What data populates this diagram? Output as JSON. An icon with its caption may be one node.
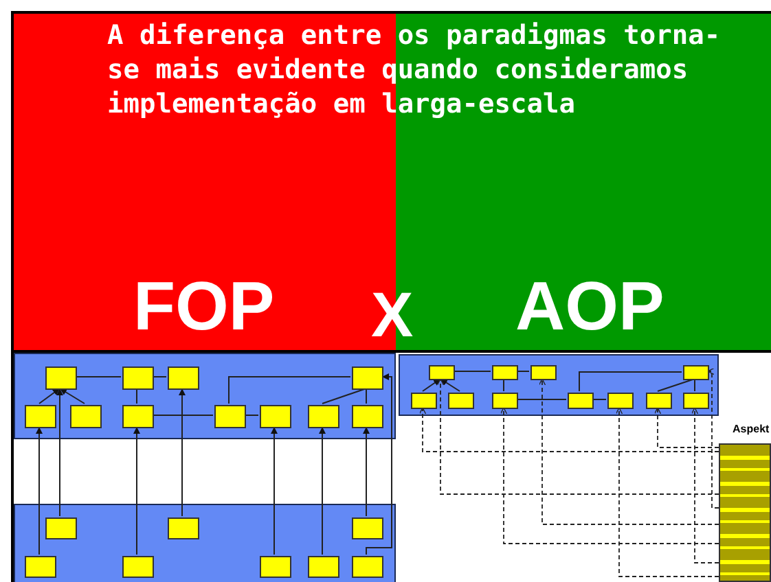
{
  "diagram": {
    "title": "A diferença entre os paradigmas torna-se mais evidente quando consideramos implementação em larga-escala",
    "nodes": [
      {
        "text": [],
        "shape": "box"
      },
      {
        "text": [],
        "shape": "box",
        "in": 0
      },
      {
        "text": [],
        "shape": "box",
        "in": 0
      },
      {
        "text": [],
        "shape": "box",
        "in": 0
      },
      {
        "text": [],
        "shape": "box",
        "in": 0
      },
      {
        "text": [],
        "shape": "box",
        "in": 0
      },
      {
        "text": [],
        "shape": "box",
        "in": 0
      },
      {
        "text": [],
        "shape": "box",
        "in": 0
      },
      {
        "text": [],
        "shape": "box",
        "in": 0
      },
      {
        "text": [],
        "shape": "box",
        "in": 0
      },
      {
        "text": [],
        "shape": "box",
        "in": 0
      },
      {
        "text": [],
        "shape": "box",
        "in": 0
      },
      {
        "text": [],
        "shape": "box"
      },
      {
        "text": [],
        "shape": "box",
        "in": 12
      },
      {
        "text": [],
        "shape": "box",
        "in": 12
      },
      {
        "text": [],
        "shape": "box",
        "in": 12
      },
      {
        "text": [],
        "shape": "box",
        "in": 12
      },
      {
        "text": [],
        "shape": "box",
        "in": 12
      },
      {
        "text": [],
        "shape": "box",
        "in": 12
      },
      {
        "text": [],
        "shape": "box",
        "in": 12
      },
      {
        "text": [],
        "shape": "box",
        "in": 12
      },
      {
        "text": [],
        "shape": "box",
        "in": 12
      },
      {
        "text": [],
        "shape": "box",
        "in": 12
      },
      {
        "text": [],
        "shape": "box",
        "in": 12
      },
      {
        "text": [
          "Aspekt"
        ]
      },
      {
        "text": [],
        "shape": "box"
      },
      {
        "text": [],
        "shape": "box",
        "in": 25
      },
      {
        "text": [],
        "shape": "box",
        "in": 25
      },
      {
        "text": [],
        "shape": "box",
        "in": 25
      },
      {
        "text": [],
        "shape": "box",
        "in": 25
      },
      {
        "text": [],
        "shape": "box",
        "in": 25
      },
      {
        "text": [],
        "shape": "box",
        "in": 25
      },
      {
        "text": [],
        "shape": "box",
        "in": 25
      },
      {
        "text": [],
        "shape": "box",
        "in": 25
      }
    ],
    "edges": [
      {
        "from": 1,
        "to": 2,
        "arrow": "none"
      },
      {
        "from": 2,
        "to": 3,
        "arrow": "none"
      },
      {
        "from": 5,
        "to": 1,
        "arrow": "to"
      },
      {
        "from": 6,
        "to": 1,
        "arrow": "to"
      },
      {
        "from": 2,
        "to": 7,
        "arrow": "none"
      },
      {
        "from": 7,
        "to": 8,
        "arrow": "none"
      },
      {
        "from": 8,
        "to": 9,
        "arrow": "none"
      },
      {
        "from": 8,
        "to": 4,
        "arrow": "none"
      },
      {
        "from": 10,
        "to": 4,
        "arrow": "none"
      },
      {
        "from": 11,
        "to": 4,
        "arrow": "none"
      },
      {
        "from": 26,
        "to": 1,
        "arrow": "to"
      },
      {
        "from": 29,
        "to": 5,
        "arrow": "to"
      },
      {
        "from": 30,
        "to": 7,
        "arrow": "to"
      },
      {
        "from": 27,
        "to": 3,
        "arrow": "to"
      },
      {
        "from": 31,
        "to": 9,
        "arrow": "to"
      },
      {
        "from": 32,
        "to": 10,
        "arrow": "to"
      },
      {
        "from": 28,
        "to": 11,
        "arrow": "to"
      },
      {
        "from": 33,
        "to": 4,
        "arrow": "to"
      },
      {
        "from": 13,
        "to": 14,
        "arrow": "none"
      },
      {
        "from": 14,
        "to": 15,
        "arrow": "none"
      },
      {
        "from": 17,
        "to": 13,
        "arrow": "to"
      },
      {
        "from": 18,
        "to": 13,
        "arrow": "to"
      },
      {
        "from": 14,
        "to": 19,
        "arrow": "none"
      },
      {
        "from": 19,
        "to": 20,
        "arrow": "none"
      },
      {
        "from": 20,
        "to": 21,
        "arrow": "none"
      },
      {
        "from": 20,
        "to": 16,
        "arrow": "none"
      },
      {
        "from": 22,
        "to": 16,
        "arrow": "none"
      },
      {
        "from": 23,
        "to": 16,
        "arrow": "none"
      },
      {
        "from": 24,
        "to": 17,
        "arrow": "to",
        "style": "dashed"
      },
      {
        "from": 24,
        "to": 13,
        "arrow": "to",
        "style": "dashed"
      },
      {
        "from": 24,
        "to": 19,
        "arrow": "to",
        "style": "dashed"
      },
      {
        "from": 24,
        "to": 15,
        "arrow": "to",
        "style": "dashed"
      },
      {
        "from": 24,
        "to": 21,
        "arrow": "to",
        "style": "dashed"
      },
      {
        "from": 24,
        "to": 22,
        "arrow": "to",
        "style": "dashed"
      },
      {
        "from": 24,
        "to": 23,
        "arrow": "to",
        "style": "dashed"
      },
      {
        "from": 24,
        "to": 16,
        "arrow": "to",
        "style": "dashed"
      }
    ],
    "labels": [
      "FOP",
      "X",
      "AOP"
    ]
  }
}
